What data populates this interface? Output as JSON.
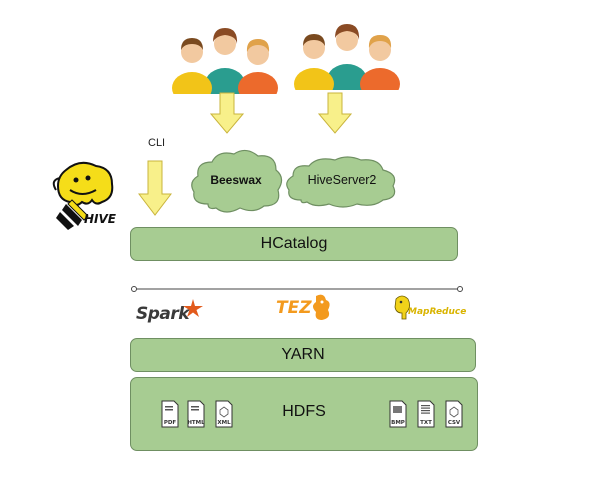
{
  "cli_label": "CLI",
  "clouds": {
    "beeswax": "Beeswax",
    "hiveserver2": "HiveServer2"
  },
  "layers": {
    "hcatalog": "HCatalog",
    "yarn": "YARN",
    "hdfs": "HDFS"
  },
  "engines": {
    "spark": "Spark",
    "tez": "TEZ",
    "mapreduce": "MapReduce"
  },
  "hive_logo_text": "HIVE",
  "file_types_left": [
    "PDF",
    "HTML",
    "XML"
  ],
  "file_types_right": [
    "BMP",
    "TXT",
    "CSV"
  ],
  "colors": {
    "layer_fill": "#a7cc92",
    "layer_border": "#6f8f62",
    "arrow_fill": "#f8f08a",
    "arrow_stroke": "#c9b43c",
    "tez_orange": "#f39a1e",
    "mapreduce_yellow": "#f1d21a"
  }
}
